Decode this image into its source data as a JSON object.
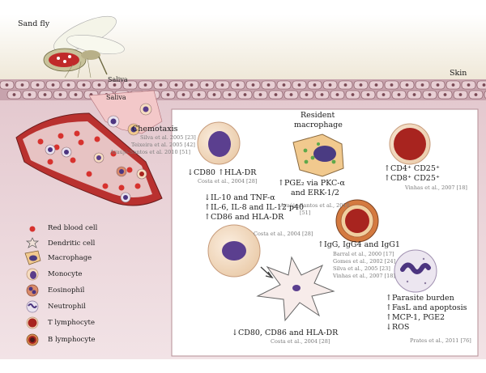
{
  "top_labels": {
    "sand_fly": "Sand fly",
    "saliva": "Saliva",
    "skin": "Skin"
  },
  "chemotaxis": {
    "title": "Chemotaxis",
    "citations": [
      "Silva et al. 2005 [23]",
      "Teixeira et al. 2005 [42]",
      "Araújo-Santos et al. 2010 [51]"
    ]
  },
  "legend": [
    {
      "label": "Red blood cell",
      "icon": "red-blood-cell-icon"
    },
    {
      "label": "Dendritic cell",
      "icon": "dendritic-cell-icon"
    },
    {
      "label": "Macrophage",
      "icon": "macrophage-icon"
    },
    {
      "label": "Monocyte",
      "icon": "monocyte-icon"
    },
    {
      "label": "Eosinophil",
      "icon": "eosinophil-icon"
    },
    {
      "label": "Neutrophil",
      "icon": "neutrophil-icon"
    },
    {
      "label": "T lymphocyte",
      "icon": "t-lymphocyte-icon"
    },
    {
      "label": "B lymphocyte",
      "icon": "b-lymphocyte-icon"
    }
  ],
  "panel": {
    "monocyte": {
      "lines": [
        "↓CD80 ↑HLA-DR"
      ],
      "citation": "Costa et al., 2004 [28]"
    },
    "resident_macrophage": {
      "title_lines": [
        "Resident",
        "macrophage"
      ],
      "lines": [
        "↑PGE₂ via PKC-α",
        "and ERK-1/2"
      ],
      "citation_lines": [
        "Araújo-Santos et al., 2010",
        "[51]"
      ]
    },
    "t_lymphocyte": {
      "lines": [
        "↑CD4⁺ CD25⁺",
        "↑CD8⁺ CD25⁺"
      ],
      "citation": "Vinhas et al., 2007 [18]"
    },
    "macrophage2": {
      "lines": [
        "↓IL-10 and TNF-α",
        "↑IL-6, IL-8 and IL-12 p40",
        "↑CD86 and HLA-DR"
      ],
      "citation": "Costa et al., 2004 [28]"
    },
    "b_lymphocyte": {
      "lines": [
        "↑IgG, IgG4 and IgG1"
      ],
      "citations": [
        "Barral et al., 2000 [17]",
        "Gomes et al., 2002 [24]",
        "Silva et al., 2005 [23]",
        "Vinhas et al., 2007 [18]"
      ]
    },
    "neutrophil": {
      "lines": [
        "↑Parasite burden",
        "↑FasL and apoptosis",
        "↑MCP-1, PGE2",
        "↓ROS"
      ],
      "citation": "Prates et al., 2011 [76]"
    },
    "dendritic": {
      "lines": [
        "↓CD80, CD86 and HLA-DR"
      ],
      "citation": "Costa et al., 2004 [28]"
    }
  }
}
